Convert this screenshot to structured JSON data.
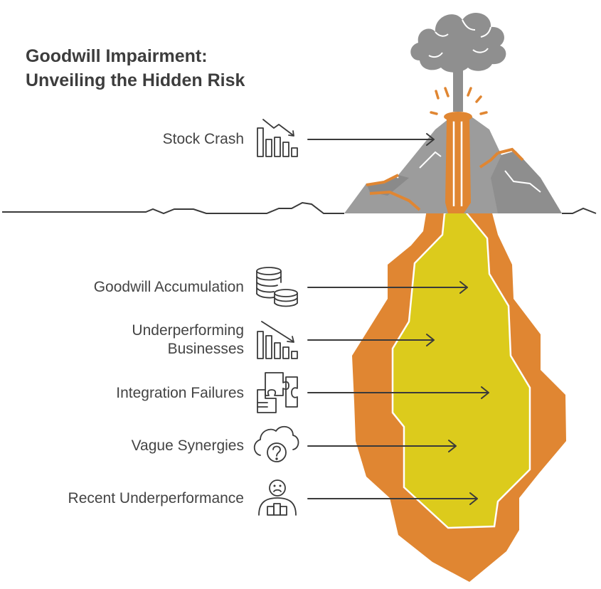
{
  "title": {
    "line1": "Goodwill Impairment:",
    "line2": "Unveiling the Hidden Risk"
  },
  "items": [
    {
      "label": "Stock Crash",
      "icon": "declining-chart-icon"
    },
    {
      "label": "Goodwill Accumulation",
      "icon": "coin-stack-icon"
    },
    {
      "label_line1": "Underperforming",
      "label_line2": "Businesses",
      "icon": "declining-bars-icon"
    },
    {
      "label": "Integration Failures",
      "icon": "puzzle-icon"
    },
    {
      "label": "Vague Synergies",
      "icon": "cloud-question-icon"
    },
    {
      "label": "Recent Underperformance",
      "icon": "sad-person-icon"
    }
  ],
  "colors": {
    "text": "#444444",
    "mountain": "#9a9a9a",
    "smoke": "#8f8f8f",
    "magma_outer": "#e08632",
    "magma_inner": "#dccb1c",
    "line": "#3a3a3a"
  }
}
